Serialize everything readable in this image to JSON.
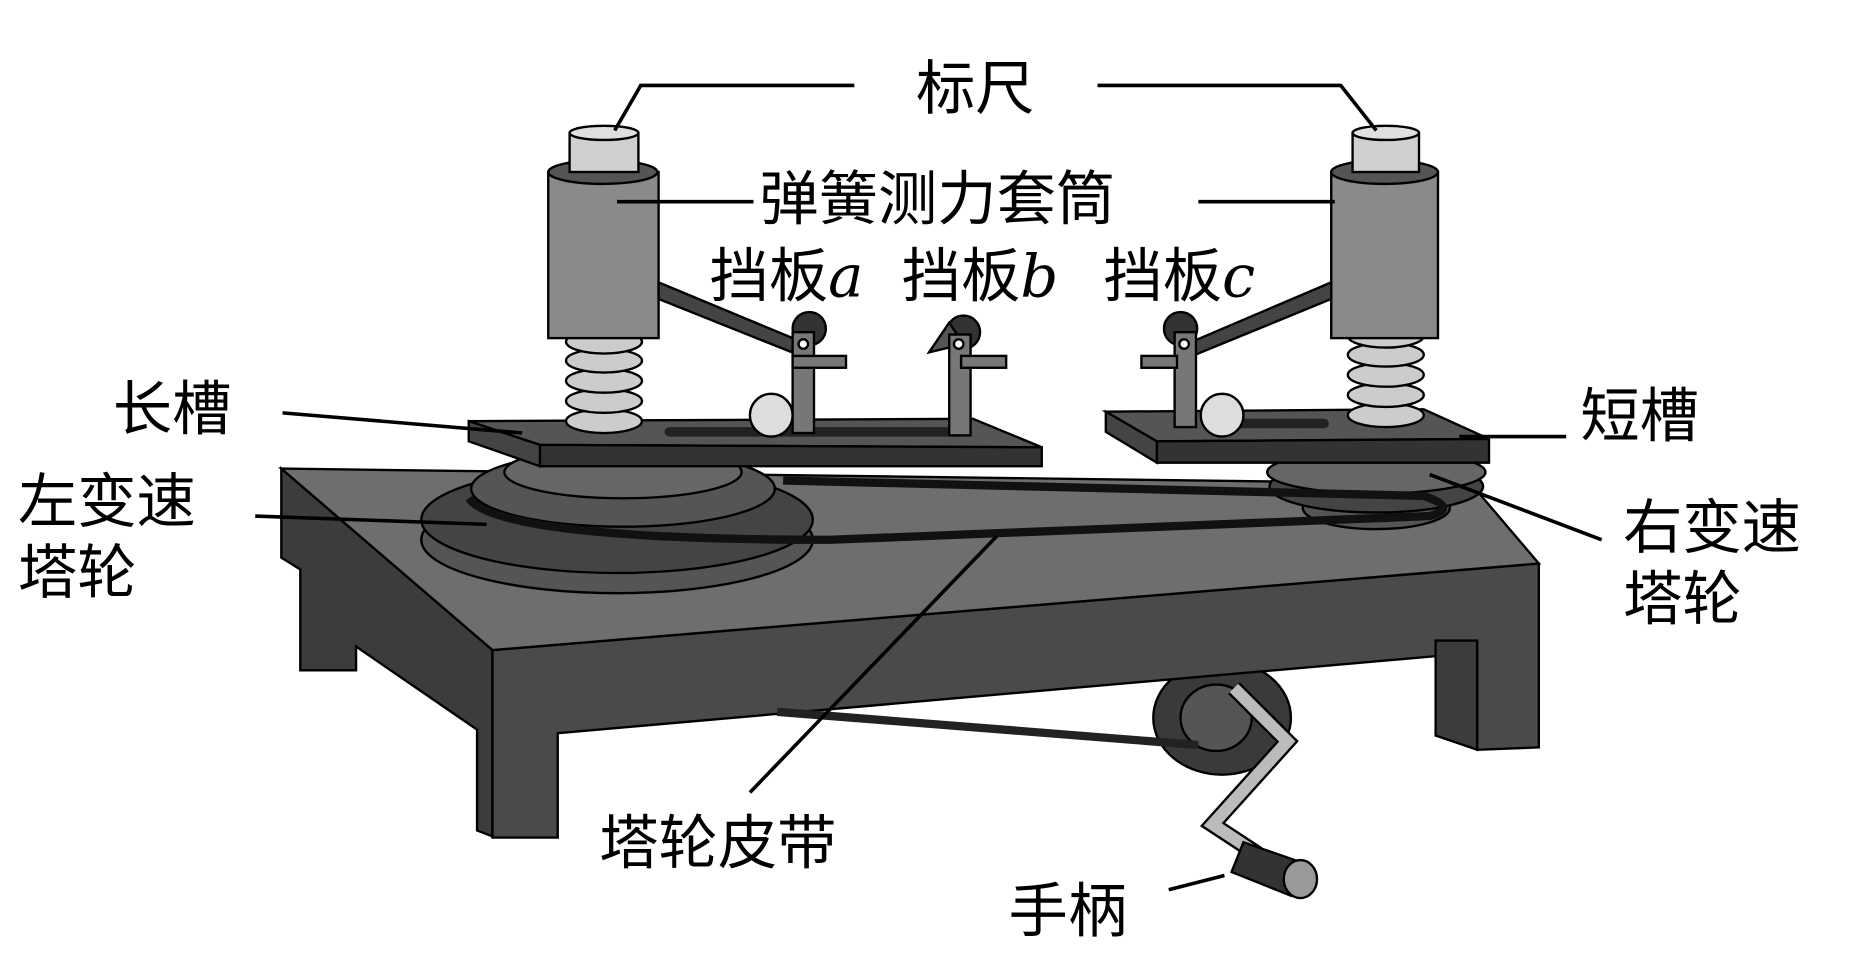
{
  "title": "向心力演示器",
  "labels": {
    "ruler": "标尺",
    "spring_sleeve": "弹簧测力套筒",
    "baffle_a": "挡板",
    "baffle_a_letter": "a",
    "baffle_b": "挡板",
    "baffle_b_letter": "b",
    "baffle_c": "挡板",
    "baffle_c_letter": "c",
    "long_slot": "长槽",
    "short_slot": "短槽",
    "left_pulley_1": "左变速",
    "left_pulley_2": "塔轮",
    "right_pulley_1": "右变速",
    "right_pulley_2": "塔轮",
    "belt": "塔轮皮带",
    "handle": "手柄"
  },
  "colors": {
    "table": "#4a4a4a",
    "table_top": "#707070",
    "cylinder": "#8a8a8a",
    "cap": "#d0d0d0",
    "dark": "#2e2e2e"
  }
}
